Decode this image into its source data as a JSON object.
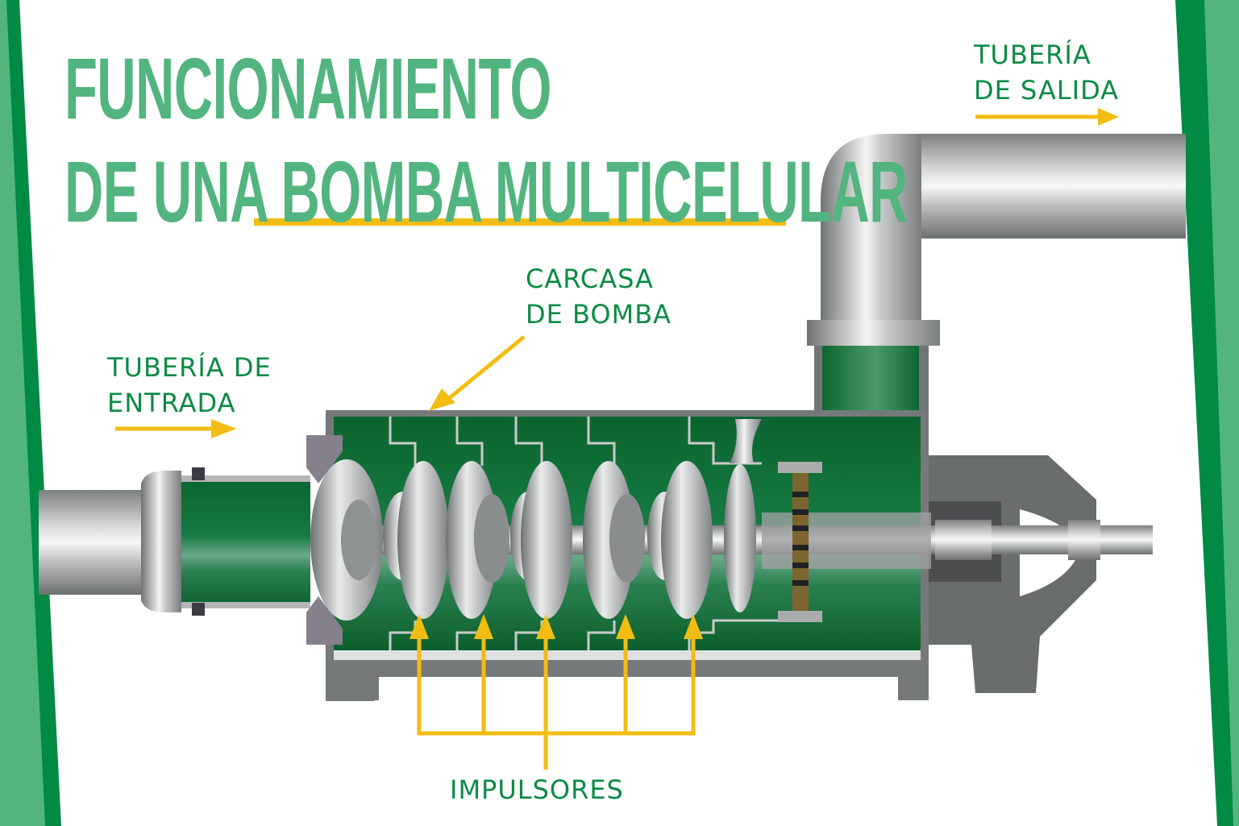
{
  "title": {
    "line1": "FUNCIONAMIENTO",
    "line2_prefix": "DE UNA ",
    "line2_emphasis": "BOMBA MULTICELULAR"
  },
  "labels": {
    "outlet_line1": "TUBERÍA",
    "outlet_line2": "DE SALIDA",
    "inlet_line1": "TUBERÍA DE",
    "inlet_line2": "ENTRADA",
    "casing_line1": "CARCASA",
    "casing_line2": "DE BOMBA",
    "impellers": "IMPULSORES"
  },
  "colors": {
    "title_green": "#52b47e",
    "label_green": "#0b8a45",
    "arrow_yellow": "#f2bd12",
    "fluid_green": "#0d6a33",
    "border_dark_green": "#008a44",
    "border_light_green": "#52b47e",
    "steel": "#a9abac"
  },
  "diagram": {
    "impeller_count": 5
  }
}
